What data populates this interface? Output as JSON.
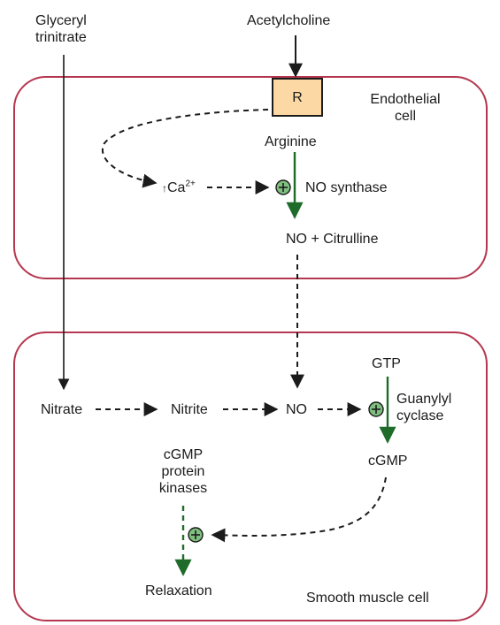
{
  "labels": {
    "glyceryl_line1": "Glyceryl",
    "glyceryl_line2": "trinitrate",
    "acetylcholine": "Acetylcholine",
    "receptor": "R",
    "endothelial_line1": "Endothelial",
    "endothelial_line2": "cell",
    "arginine": "Arginine",
    "calcium_base": "Ca",
    "calcium_charge": "2+",
    "no_synthase": "NO synthase",
    "no_citrulline": "NO + Citrulline",
    "gtp": "GTP",
    "guanylyl_line1": "Guanylyl",
    "guanylyl_line2": "cyclase",
    "nitrate": "Nitrate",
    "nitrite": "Nitrite",
    "no": "NO",
    "cgmp": "cGMP",
    "kinase_line1": "cGMP",
    "kinase_line2": "protein",
    "kinase_line3": "kinases",
    "relaxation": "Relaxation",
    "smooth_muscle": "Smooth muscle cell"
  },
  "colors": {
    "membrane": "#b5374f",
    "receptor_fill": "#fcd9a4",
    "enzyme_arrow": "#1f6b2a",
    "plus_fill": "#7fbf7f",
    "text": "#1b1b1b"
  }
}
